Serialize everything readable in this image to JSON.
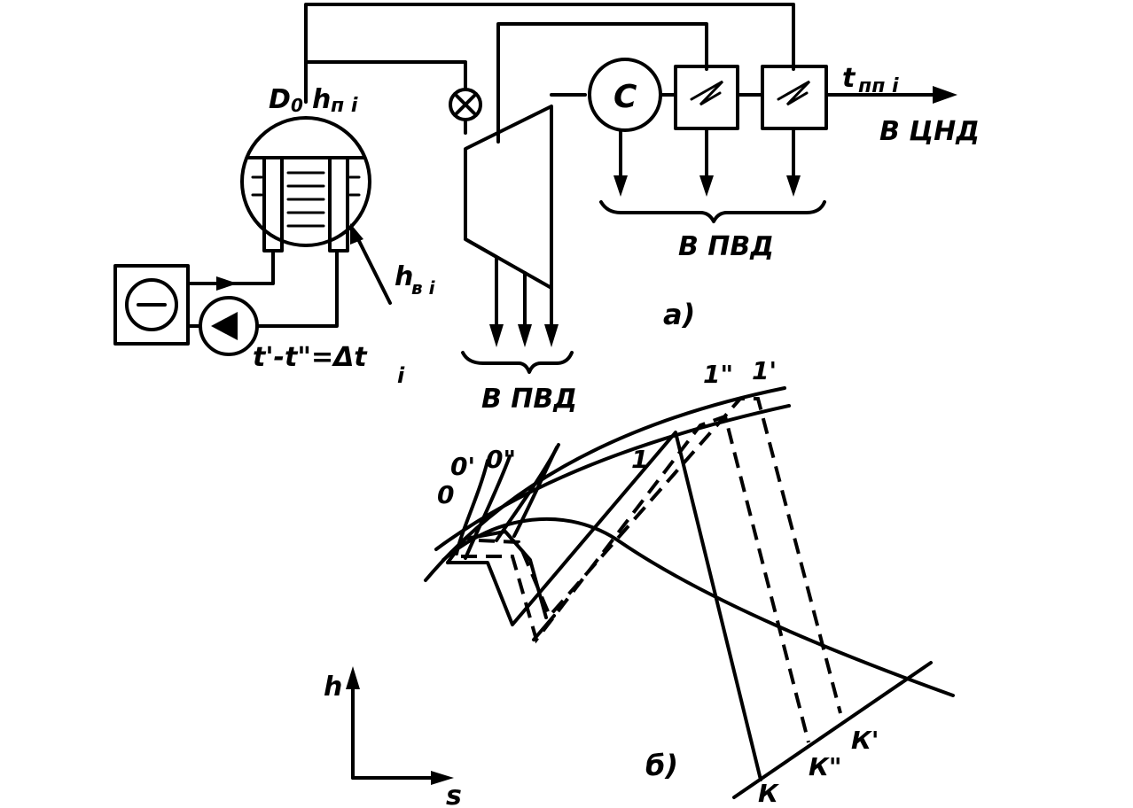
{
  "scheme": {
    "caption": "а)",
    "drum_flow_label": "D",
    "drum_flow_sub": "0",
    "steam_enthalpy_label": "h",
    "steam_enthalpy_sub": "п i",
    "water_enthalpy_label": "h",
    "water_enthalpy_sub": "в i",
    "temp_diff_label": "t'-t\"=Δt",
    "temp_diff_sub": "i",
    "separator_label": "С",
    "reheat_temp_label": "t",
    "reheat_temp_sub": "пп i",
    "to_lpc_label": "В ЦНД",
    "to_hph_label_1": "В ПВД",
    "to_hph_label_2": "В ПВД"
  },
  "hs_diagram": {
    "caption": "б)",
    "axis_y": "h",
    "axis_x": "s",
    "points": [
      "0",
      "0'",
      "0\"",
      "1",
      "1\"",
      "1'",
      "К",
      "К\"",
      "К'"
    ]
  }
}
